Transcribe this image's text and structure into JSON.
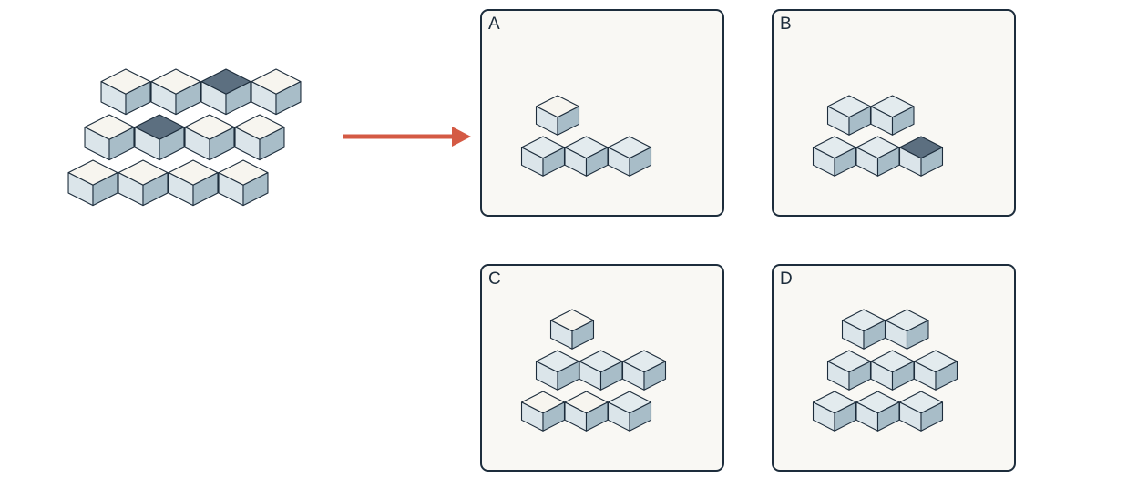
{
  "colors": {
    "top_light": "#f7f5ef",
    "top_shaded": "#e3ebee",
    "top_dark": "#5c6f80",
    "left_face": "#dbe5ea",
    "right_face": "#a8bdc8",
    "outline": "#1d2d3c",
    "arrow": "#d45a44",
    "panel_bg": "#f9f8f4",
    "panel_border": "#1d2d3c"
  },
  "source": {
    "rows": [
      {
        "tops": [
          "light",
          "light",
          "dark",
          "light"
        ]
      },
      {
        "tops": [
          "light",
          "dark",
          "light",
          "light"
        ]
      },
      {
        "tops": [
          "light",
          "light",
          "light",
          "light"
        ]
      }
    ]
  },
  "options": [
    {
      "label": "A",
      "rows": [
        {
          "offset": 1,
          "tops": [
            "light"
          ]
        },
        {
          "offset": 0,
          "tops": [
            "shaded",
            "shaded",
            "shaded"
          ]
        }
      ]
    },
    {
      "label": "B",
      "rows": [
        {
          "offset": 1,
          "tops": [
            "shaded",
            "shaded"
          ]
        },
        {
          "offset": 0,
          "tops": [
            "shaded",
            "shaded",
            "dark"
          ]
        }
      ]
    },
    {
      "label": "C",
      "rows": [
        {
          "offset": 2,
          "tops": [
            "light"
          ]
        },
        {
          "offset": 1,
          "tops": [
            "shaded",
            "shaded",
            "shaded"
          ]
        },
        {
          "offset": 0,
          "tops": [
            "light",
            "light",
            "shaded"
          ]
        }
      ]
    },
    {
      "label": "D",
      "rows": [
        {
          "offset": 2,
          "tops": [
            "shaded",
            "shaded"
          ]
        },
        {
          "offset": 1,
          "tops": [
            "shaded",
            "shaded",
            "shaded"
          ]
        },
        {
          "offset": 0,
          "tops": [
            "shaded",
            "shaded",
            "shaded"
          ]
        }
      ]
    }
  ]
}
